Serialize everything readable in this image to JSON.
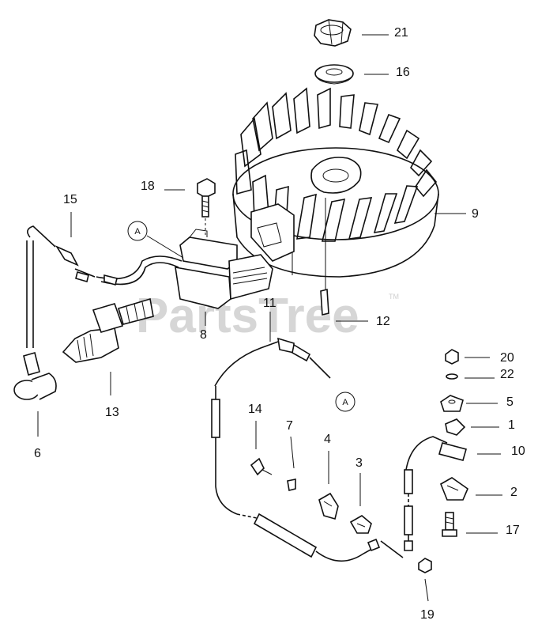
{
  "watermark": {
    "text": "PartsTree",
    "trademark": "TM"
  },
  "callout_letter": "A",
  "part_labels": [
    "21",
    "16",
    "9",
    "18",
    "15",
    "12",
    "11",
    "8",
    "13",
    "6",
    "20",
    "22",
    "5",
    "1",
    "10",
    "14",
    "7",
    "4",
    "3",
    "2",
    "17",
    "19"
  ]
}
